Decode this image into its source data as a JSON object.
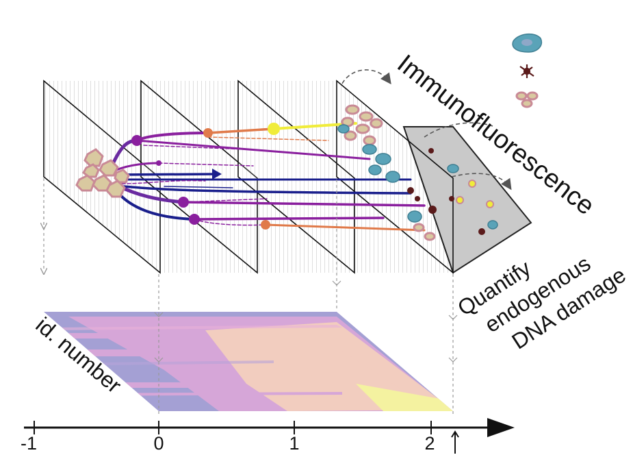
{
  "labels": {
    "immunofluorescence": "Immunofluorescence",
    "quantify_line1": "Quantify",
    "quantify_line2": "endogenous",
    "quantify_line3": "DNA damage",
    "id_number": "id. number"
  },
  "axis": {
    "ticks": [
      "-1",
      "0",
      "1",
      "2"
    ]
  },
  "colors": {
    "purple": "#8a1f9e",
    "violet": "#6a2aa0",
    "navy": "#1a1f8c",
    "orange": "#e07a4a",
    "yellow": "#f0ec3a",
    "heatmap_blue": "#a4a0d4",
    "heatmap_pink": "#d6a6d8",
    "heatmap_peach": "#f2cdbf",
    "heatmap_yellow": "#f4f2a0",
    "cell_pink": "#c98a96",
    "cell_teal": "#5aa3b8",
    "cell_dark": "#5a1a1a",
    "panel_grey": "#c9c9c9"
  },
  "legend_icons": [
    "teal-cell-icon",
    "dark-cell-icon",
    "pink-cell-icon"
  ]
}
